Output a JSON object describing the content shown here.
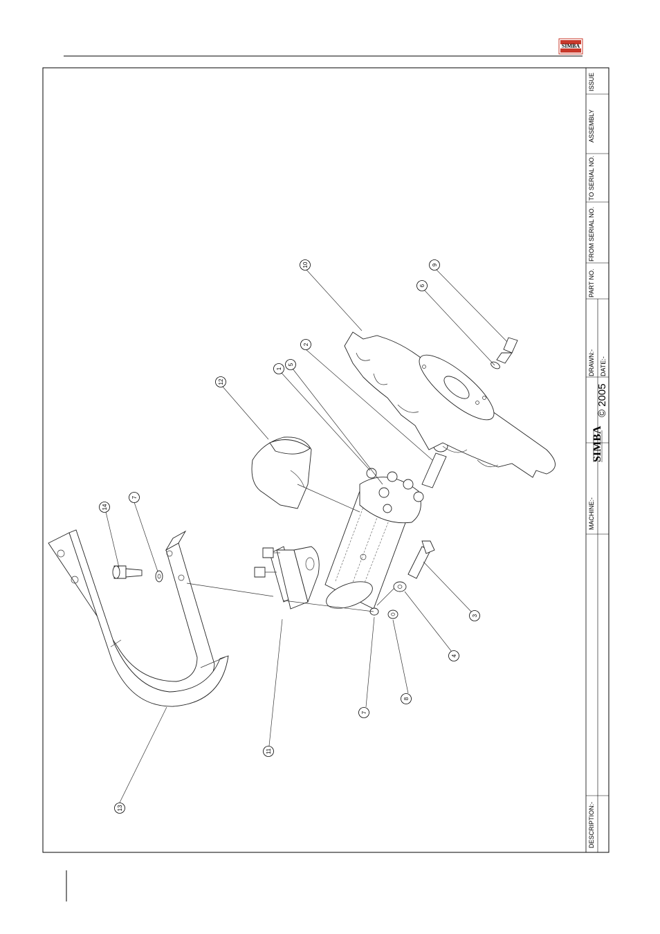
{
  "brand": {
    "logo_text": "SIMBA",
    "logo_color": "#c8392b"
  },
  "title_block": {
    "issue_label": "ISSUE",
    "assembly_label": "ASSEMBLY",
    "to_serial_label": "TO SERIAL NO.",
    "from_serial_label": "FROM SERIAL NO.",
    "part_no_label": "PART NO.",
    "drawn_label": "DRAWN:-",
    "date_label": "DATE:-",
    "copyright": "© 2005",
    "machine_label": "MACHINE:-",
    "description_label": "DESCRIPTION:-",
    "logo_text": "SIMBA"
  },
  "balloons": [
    "1",
    "2",
    "3",
    "4",
    "5",
    "6",
    "7",
    "7",
    "8",
    "9",
    "10",
    "11",
    "12",
    "13",
    "14"
  ]
}
